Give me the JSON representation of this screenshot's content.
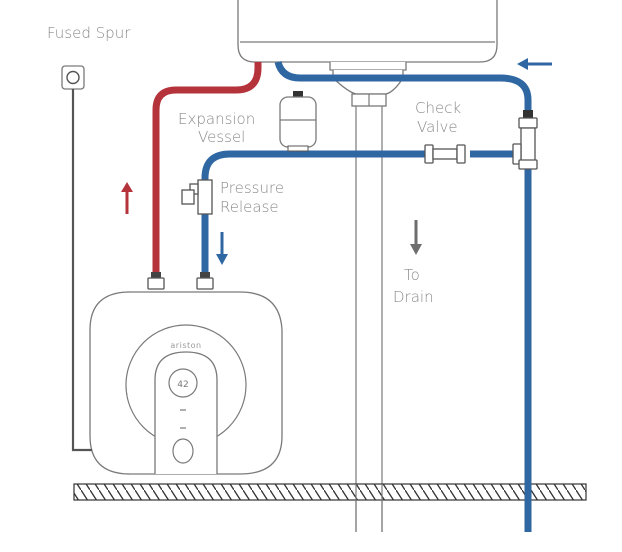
{
  "diagram": {
    "title": "Under-sink water heater installation",
    "labels": {
      "fused_spur": "Fused Spur",
      "expansion_vessel_line1": "Expansion",
      "expansion_vessel_line2": "Vessel",
      "check_valve_line1": "Check",
      "check_valve_line2": "Valve",
      "pressure_release_line1": "Pressure",
      "pressure_release_line2": "Release",
      "to_drain_line1": "To",
      "to_drain_line2": "Drain"
    },
    "heater": {
      "brand_text": "ariston",
      "display_value": "42"
    },
    "flow_arrows": [
      {
        "id": "hot-outlet",
        "direction": "up",
        "pipe": "hot"
      },
      {
        "id": "cold-inlet",
        "direction": "down",
        "pipe": "cold"
      },
      {
        "id": "mains-supply",
        "direction": "left",
        "pipe": "cold"
      },
      {
        "id": "drain",
        "direction": "down",
        "pipe": "drain"
      }
    ],
    "colors": {
      "hot_pipe": "#b5333a",
      "cold_pipe": "#2f67a3",
      "outline": "#7a7a7a",
      "label_text": "#8a8a8a",
      "drain_arrow": "#6e6e6e"
    }
  }
}
